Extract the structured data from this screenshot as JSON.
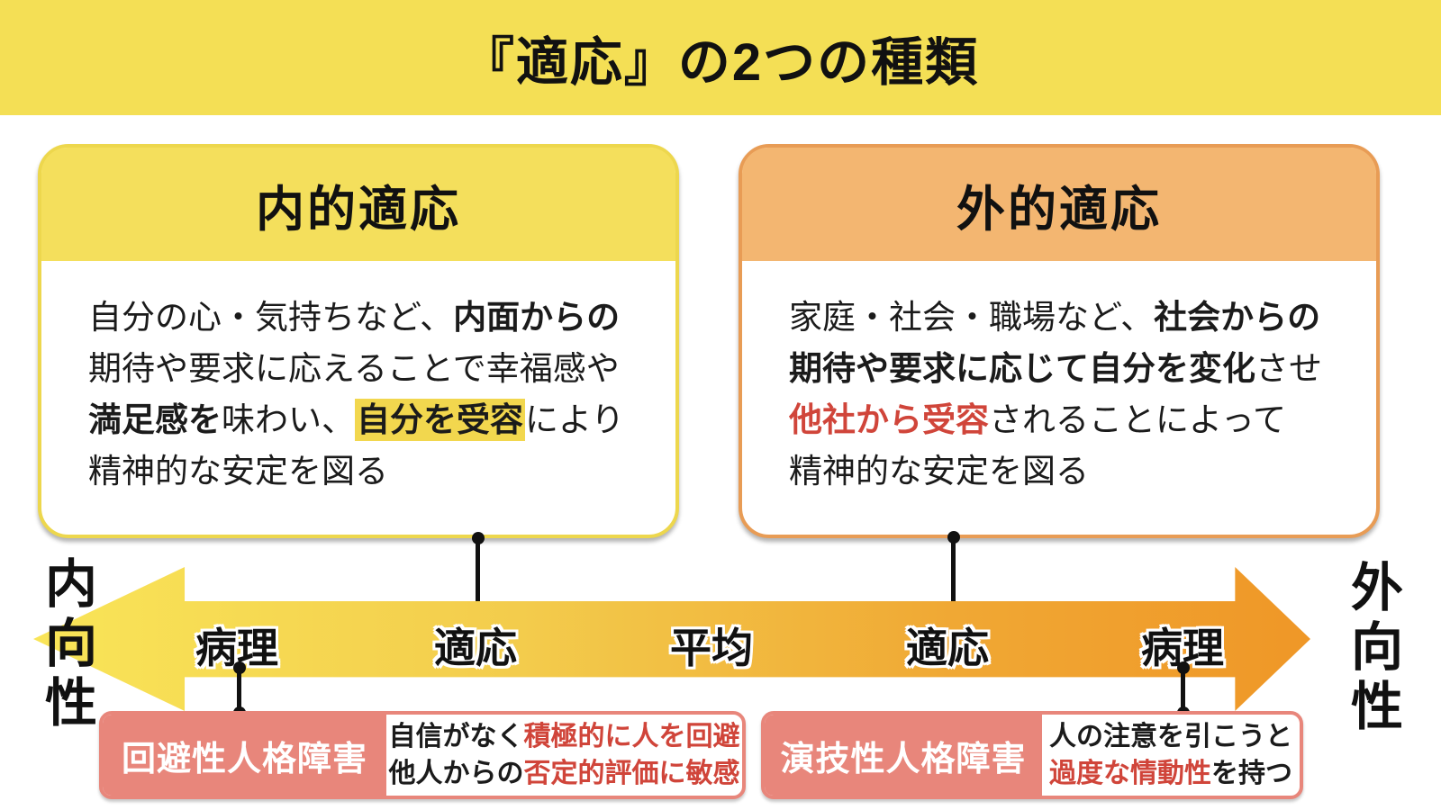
{
  "title": "『適応』の2つの種類",
  "colors": {
    "banner_yellow": "#F4DF55",
    "left_card_header": "#F4DF5C",
    "left_card_border": "#EDD74D",
    "right_card_header": "#F3B671",
    "right_card_border": "#E89C55",
    "arrow_gradient_start": "#F9E558",
    "arrow_gradient_end": "#EF9727",
    "disorder_salmon": "#E8867B",
    "emphasis_red": "#D0453A",
    "highlight_yellow": "#F2D74E"
  },
  "cards": {
    "left": {
      "header": "内的適応",
      "line1_a": "自分の心・気持ちなど、",
      "line1_b": "内面からの",
      "line2": "期待や要求に応えることで幸福感や",
      "line3_a": "満足感を",
      "line3_b": "味わい、",
      "line3_c": "自分を受容",
      "line3_d": "により",
      "line4": "精神的な安定を図る"
    },
    "right": {
      "header": "外的適応",
      "line1_a": "家庭・社会・職場など、",
      "line1_b": "社会からの",
      "line2_a": "期待や要求に応じて自分を変化",
      "line2_b": "させ",
      "line3_a": "他社から受容",
      "line3_b": "されることによって",
      "line4": "精神的な安定を図る"
    }
  },
  "axis": {
    "left_label": "内向性",
    "right_label": "外向性",
    "labels": [
      "病理",
      "適応",
      "平均",
      "適応",
      "病理"
    ]
  },
  "disorders": {
    "left": {
      "name": "回避性人格障害",
      "desc1_a": "自信がなく",
      "desc1_b": "積極的に人を回避",
      "desc2_a": "他人からの",
      "desc2_b": "否定的評価に敏感"
    },
    "right": {
      "name": "演技性人格障害",
      "desc1": "人の注意を引こうと",
      "desc2_a": "過度な情動性",
      "desc2_b": "を持つ"
    }
  }
}
